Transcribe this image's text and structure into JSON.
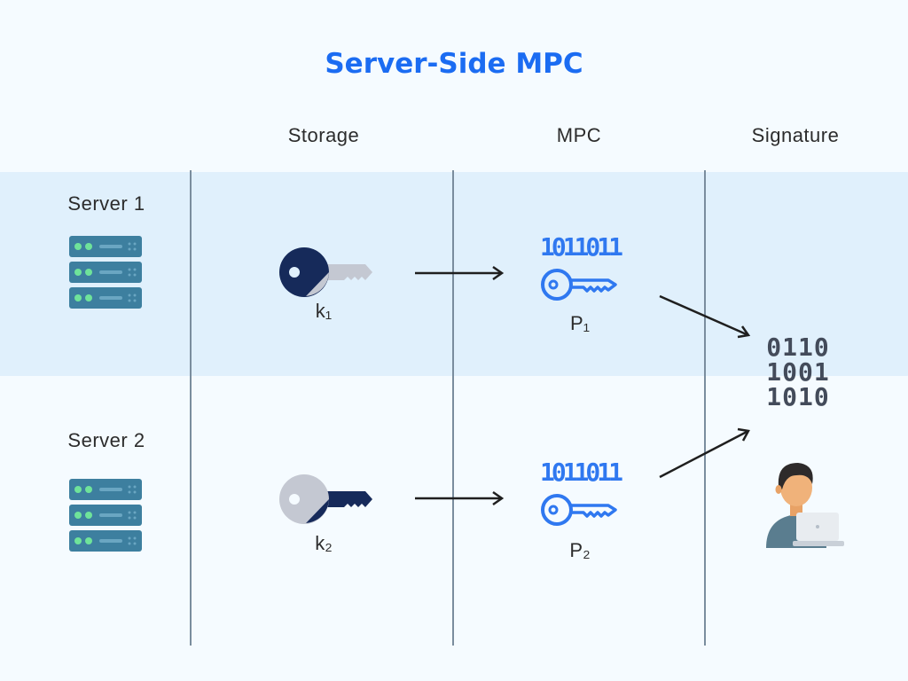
{
  "title": "Server-Side MPC",
  "columns": {
    "storage": "Storage",
    "mpc": "MPC",
    "signature": "Signature"
  },
  "rows": [
    {
      "label": "Server 1",
      "key_label": "k₁",
      "share_label": "P₁"
    },
    {
      "label": "Server 2",
      "key_label": "k₂",
      "share_label": "P₂"
    }
  ],
  "share_binary": "1011011",
  "signature_binary": [
    "0110",
    "1001",
    "1010"
  ],
  "colors": {
    "title": "#1b6cf2",
    "band": "#e0f0fc",
    "server": "#3d7f9f",
    "led": "#6fe39a",
    "key_dark": "#162a5a",
    "key_light": "#c4c8d2",
    "mpc_blue": "#2f78f0",
    "binary_dark": "#434b5a"
  },
  "icons": {
    "server": "server-rack-icon",
    "key": "key-icon",
    "digital_key": "digital-key-icon",
    "user": "user-laptop-icon"
  }
}
